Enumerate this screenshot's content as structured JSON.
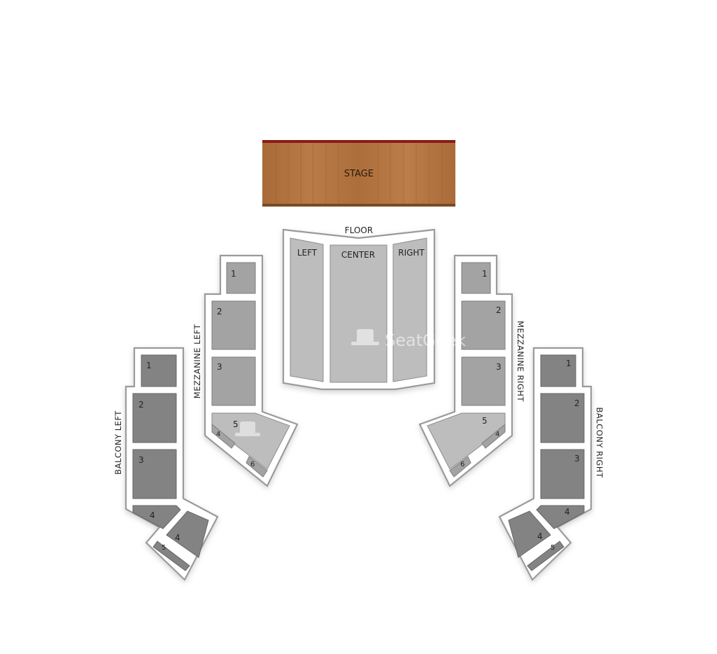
{
  "map": {
    "stage": "STAGE",
    "floor": {
      "title": "FLOOR",
      "left": "LEFT",
      "center": "CENTER",
      "right": "RIGHT"
    },
    "mezzanine_left": {
      "title": "MEZZANINE LEFT",
      "sections": [
        "1",
        "2",
        "3",
        "4",
        "5",
        "6"
      ]
    },
    "mezzanine_right": {
      "title": "MEZZANINE RIGHT",
      "sections": [
        "1",
        "2",
        "3",
        "4",
        "5",
        "6"
      ]
    },
    "balcony_left": {
      "title": "BALCONY LEFT",
      "sections": [
        "1",
        "2",
        "3",
        "4",
        "4",
        "5"
      ]
    },
    "balcony_right": {
      "title": "BALCONY RIGHT",
      "sections": [
        "1",
        "2",
        "3",
        "4",
        "4",
        "5"
      ]
    },
    "watermark": "SeatGeek",
    "colors": {
      "stage_wood": "#b0733f",
      "stage_edge": "#8b1a1a",
      "section_light": "#bdbdbd",
      "section_mid": "#a3a3a3",
      "section_dark": "#838383"
    }
  }
}
